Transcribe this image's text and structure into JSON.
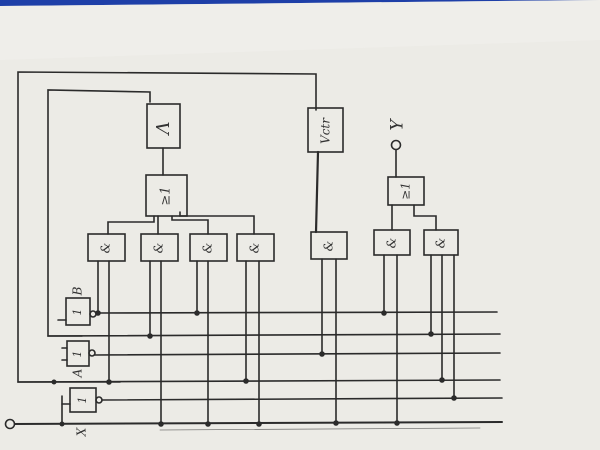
{
  "gates": {
    "ctr": "Vctr",
    "or_left": "≥1",
    "or_right": "≥1",
    "and_label": "&",
    "not_label": "1",
    "upper": "Λ"
  },
  "inputs": {
    "b": "B",
    "a": "A",
    "x": "X"
  },
  "outputs": {
    "y": "Y"
  },
  "colors": {
    "paper": "#ecebe6",
    "ink": "#2b2b2b",
    "background": "#1e3fa8"
  }
}
